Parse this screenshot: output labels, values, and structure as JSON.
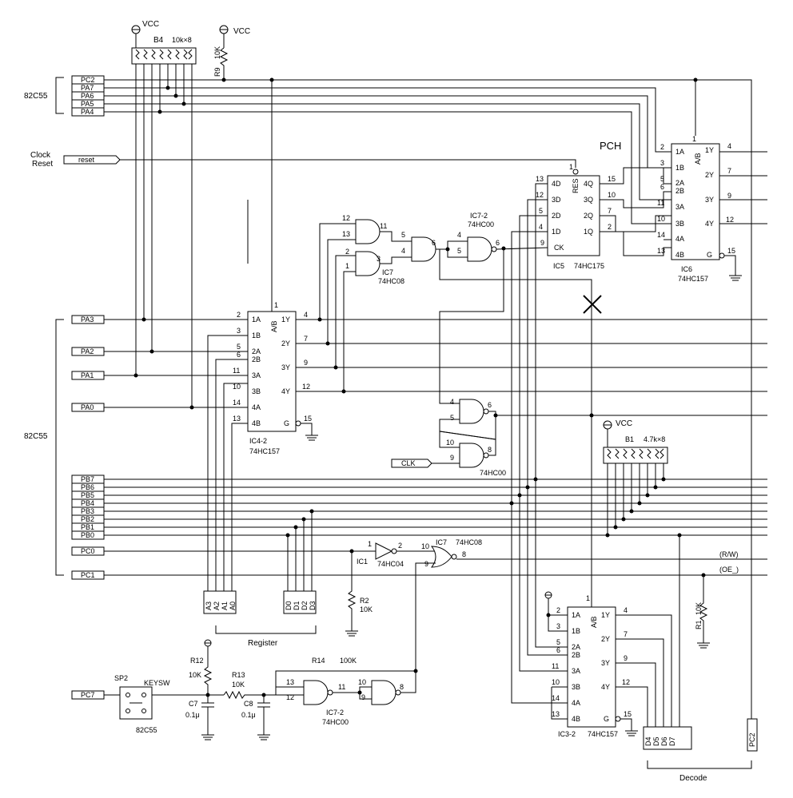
{
  "labels": {
    "vcc": "VCC",
    "b4_name": "B4",
    "b4_value": "10k×8",
    "r9_name": "R9",
    "r9_value": "10K",
    "group_82c55": "82C55",
    "clock": "Clock",
    "reset": "Reset",
    "reset_port": "reset_",
    "pch": "PCH",
    "ic7_2_top": "IC7-2",
    "ic7_2_top_part": "74HC00",
    "ic7_label": "IC7",
    "ic7_part": "74HC08",
    "ic5": "IC5",
    "ic5_part": "74HC175",
    "ic6": "IC6",
    "ic6_part": "74HC157",
    "ic4_2": "IC4-2",
    "ic4_2_part": "74HC157",
    "b1_name": "B1",
    "b1_value": "4.7k×8",
    "clk_port": "CLK_",
    "ic00_part": "74HC00",
    "ic1": "IC1",
    "ic1_part": "74HC04",
    "ic7_b": "IC7",
    "ic7_b_part": "74HC08",
    "rw": "(R/W)",
    "oe": "(OE_)",
    "r2_name": "R2",
    "r2_value": "10K",
    "register": "Register",
    "r12_name": "R12",
    "r12_value": "10K",
    "r13_name": "R13",
    "r13_value": "10K",
    "r14_name": "R14",
    "r14_value": "100K",
    "c7_name": "C7",
    "c7_value": "0.1μ",
    "c8_name": "C8",
    "c8_value": "0.1μ",
    "sp2": "SP2",
    "keysw": "KEYSW",
    "sw_group": "82C55",
    "ic7_2_bot": "IC7-2",
    "ic7_2_bot_part": "74HC00",
    "ic3_2": "IC3-2",
    "ic3_2_part": "74HC157",
    "r1_name": "R1",
    "r1_value": "10K",
    "decode": "Decode",
    "pc2_conn": "PC2"
  },
  "ports_top": [
    "PC2",
    "PA7",
    "PA6",
    "PA5",
    "PA4"
  ],
  "ports_a": [
    "PA3",
    "PA2",
    "PA1",
    "PA0"
  ],
  "ports_b": [
    "PB7",
    "PB6",
    "PB5",
    "PB4",
    "PB3",
    "PB2",
    "PB1",
    "PB0"
  ],
  "ports_c": [
    "PC0",
    "PC1",
    "PC7"
  ],
  "reg_a": [
    "A3",
    "A2",
    "A1",
    "A0"
  ],
  "reg_d": [
    "D0",
    "D1",
    "D2",
    "D3"
  ],
  "dec_d": [
    "D4",
    "D5",
    "D6",
    "D7"
  ],
  "mux_pins_in": [
    "1A",
    "1B",
    "2A",
    "2B",
    "3A",
    "3B",
    "4A",
    "4B"
  ],
  "mux_pins_out": [
    "1Y",
    "2Y",
    "3Y",
    "4Y"
  ],
  "mux_sel": "A/B",
  "mux_g": "G",
  "ff_pins_in": [
    "4D",
    "3D",
    "2D",
    "1D"
  ],
  "ff_pins_out": [
    "4Q",
    "3Q",
    "2Q",
    "1Q"
  ],
  "ff_res": "RES",
  "ff_ck": "CK",
  "pin_numbers": {
    "ic6_in": [
      "2",
      "3",
      "5",
      "6",
      "11",
      "10",
      "14",
      "13"
    ],
    "ic6_out": [
      "4",
      "7",
      "9",
      "12"
    ],
    "ic6_sel": "1",
    "ic6_g": "15",
    "ic5_in": [
      "13",
      "12",
      "5",
      "4"
    ],
    "ic5_out": [
      "15",
      "10",
      "7",
      "2"
    ],
    "ic5_res": "1",
    "ic5_ck": "9",
    "ic4_in": [
      "2",
      "3",
      "5",
      "6",
      "11",
      "10",
      "14",
      "13"
    ],
    "ic4_out": [
      "4",
      "7",
      "9",
      "12"
    ],
    "ic4_sel": "1",
    "ic4_g": "15",
    "ic3_in": [
      "2",
      "3",
      "5",
      "6",
      "11",
      "10",
      "14",
      "13"
    ],
    "ic3_out": [
      "4",
      "7",
      "9",
      "12"
    ],
    "ic3_sel": "1",
    "ic3_g": "15",
    "and1": [
      "12",
      "13",
      "11"
    ],
    "and2": [
      "2",
      "1",
      "3"
    ],
    "and3": [
      "5",
      "4",
      "6"
    ],
    "nand_top": [
      "4",
      "5",
      "6"
    ],
    "nand_a": [
      "4",
      "5",
      "6"
    ],
    "nand_b": [
      "10",
      "9",
      "8"
    ],
    "inv": [
      "1",
      "2"
    ],
    "nor": [
      "10",
      "9",
      "8"
    ],
    "nand_c": [
      "13",
      "12",
      "11"
    ],
    "nand_d": [
      "10",
      "9",
      "8"
    ]
  }
}
